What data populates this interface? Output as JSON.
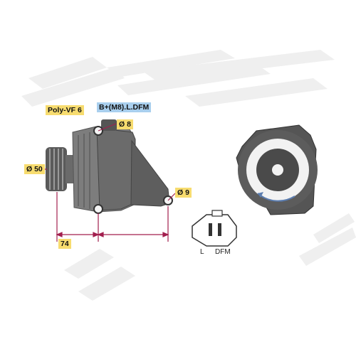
{
  "labels": {
    "drive": "Poly-VF 6",
    "connector_spec": "B+(M8).L.DFM",
    "hole_top": "Ø 8",
    "hole_bottom": "Ø 9",
    "pulley_dia": "Ø 50",
    "length": "74",
    "pin_l": "L",
    "pin_dfm": "DFM"
  },
  "colors": {
    "tag_yellow": "#f7dc6f",
    "tag_blue": "#a9cfee",
    "dimension_line": "#a21f4e",
    "body_dark": "#4a4a4a",
    "body_mid": "#6b6b6b",
    "stripe": "#eeeeee"
  }
}
